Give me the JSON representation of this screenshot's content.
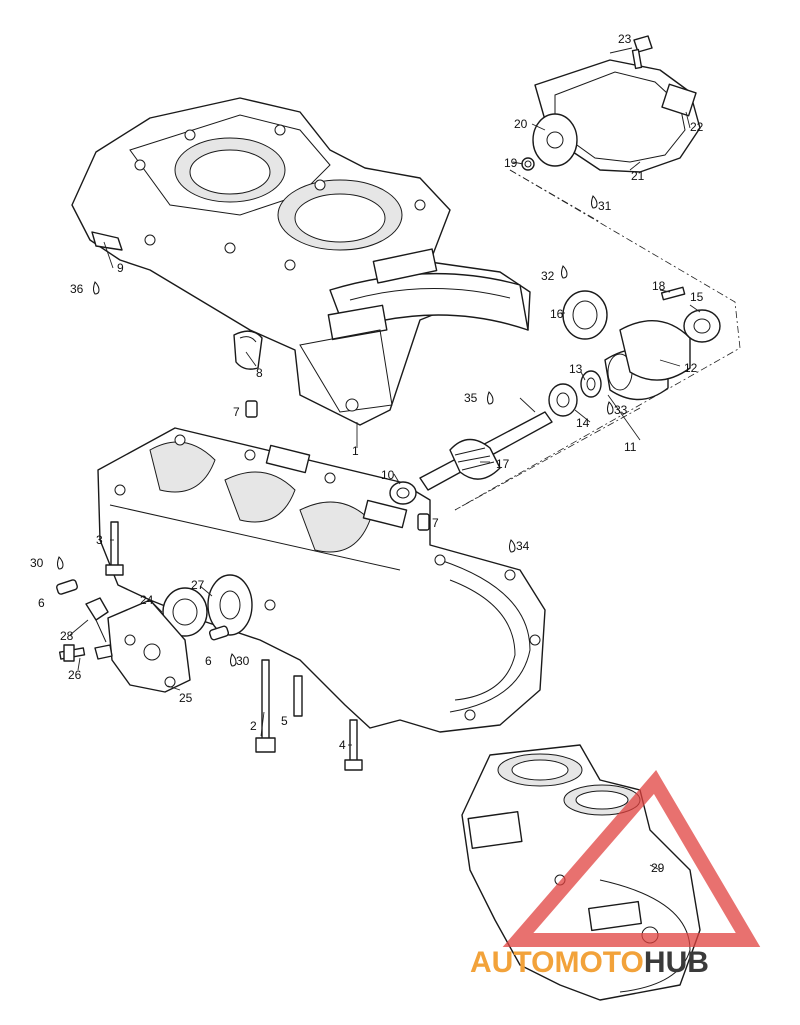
{
  "callouts": {
    "c1": "1",
    "c2": "2",
    "c3": "3",
    "c4": "4",
    "c5": "5",
    "c6a": "6",
    "c6b": "6",
    "c7a": "7",
    "c7b": "7",
    "c8": "8",
    "c9": "9",
    "c10": "10",
    "c11": "11",
    "c12": "12",
    "c13": "13",
    "c14": "14",
    "c15": "15",
    "c16": "16",
    "c17": "17",
    "c18": "18",
    "c20": "20",
    "c21": "21",
    "c22": "22",
    "c23": "23",
    "c24": "24",
    "c25": "25",
    "c26": "26",
    "c27": "27",
    "c28": "28",
    "c29": "29",
    "c19": "19",
    "c30a": "30",
    "c30b": "30",
    "c31": "31",
    "c32": "32",
    "c33": "33",
    "c34": "34",
    "c35": "35",
    "c36": "36"
  },
  "watermark": {
    "text_part1": "AUTO",
    "text_part2": "MOTO",
    "text_part3": "HUB",
    "color_orange": "#f2a23a",
    "color_red": "#e0423f",
    "color_dark": "#3a3a3a"
  }
}
